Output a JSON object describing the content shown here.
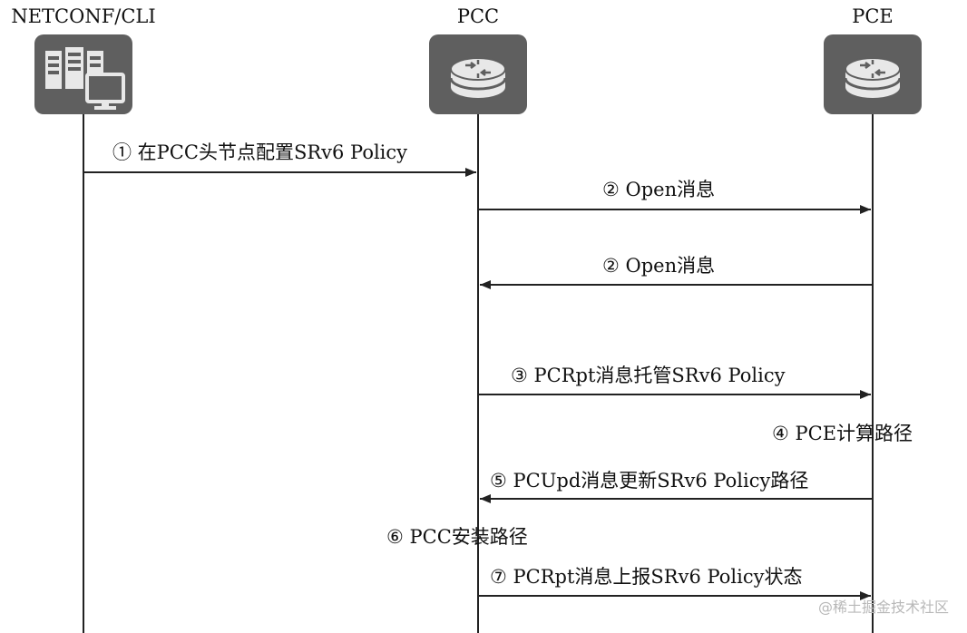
{
  "participants": {
    "cli": {
      "label": "NETCONF/CLI",
      "icon": "server-computer-icon"
    },
    "pcc": {
      "label": "PCC",
      "icon": "router-icon"
    },
    "pce": {
      "label": "PCE",
      "icon": "router-icon"
    }
  },
  "messages": [
    {
      "step": "①",
      "text": "在PCC头节点配置SRv6 Policy",
      "full": "① 在PCC头节点配置SRv6 Policy",
      "from": "NETCONF/CLI",
      "to": "PCC"
    },
    {
      "step": "②",
      "text": "Open消息",
      "full": "② Open消息",
      "from": "PCC",
      "to": "PCE"
    },
    {
      "step": "②",
      "text": "Open消息",
      "full": "② Open消息",
      "from": "PCE",
      "to": "PCC"
    },
    {
      "step": "③",
      "text": "PCRpt消息托管SRv6 Policy",
      "full": "③ PCRpt消息托管SRv6 Policy",
      "from": "PCC",
      "to": "PCE"
    },
    {
      "step": "④",
      "text": "PCE计算路径",
      "full": "④ PCE计算路径",
      "from": "PCE",
      "to": "PCE"
    },
    {
      "step": "⑤",
      "text": "PCUpd消息更新SRv6 Policy路径",
      "full": "⑤ PCUpd消息更新SRv6 Policy路径",
      "from": "PCE",
      "to": "PCC"
    },
    {
      "step": "⑥",
      "text": "PCC安装路径",
      "full": "⑥ PCC安装路径",
      "from": "PCC",
      "to": "PCC"
    },
    {
      "step": "⑦",
      "text": "PCRpt消息上报SRv6 Policy状态",
      "full": "⑦ PCRpt消息上报SRv6 Policy状态",
      "from": "PCC",
      "to": "PCE"
    }
  ],
  "watermark": "@稀土掘金技术社区",
  "colors": {
    "device_bg": "#5f5f5f",
    "line": "#222222",
    "watermark": "#b8b8b8"
  }
}
